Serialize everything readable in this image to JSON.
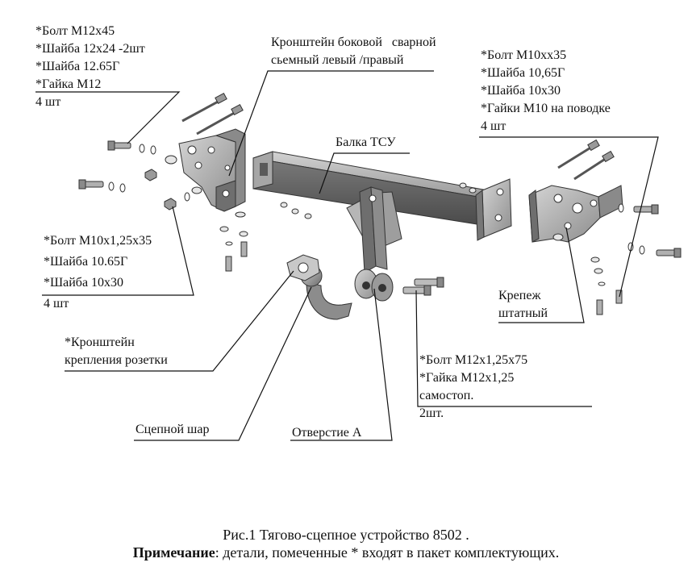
{
  "labels": {
    "bolt_m12x45": [
      "*Болт M12x45",
      "*Шайба 12x24 -2шт",
      "*Шайба 12.65Г",
      "*Гайка M12",
      "4 шт"
    ],
    "side_bracket": [
      "Кронштейн боковой   сварной",
      "сьемный левый /правый"
    ],
    "bolt_m10_right": [
      "*Болт M10xx35",
      "*Шайба 10,65Г",
      "*Шайба 10x30",
      "*Гайки M10 на поводке",
      "4 шт"
    ],
    "beam": "Балка ТСУ",
    "bolt_m10x125": [
      "*Болт M10x1,25x35",
      "*Шайба 10.65Г",
      "*Шайба 10x30",
      "4 шт"
    ],
    "fastener_std": [
      "Крепеж",
      "штатный"
    ],
    "socket_bracket": [
      "*Кронштейн",
      "крепления розетки"
    ],
    "bolt_m12x125": [
      "*Болт M12x1,25x75",
      "*Гайка M12x1,25",
      "самостоп.",
      "2шт."
    ],
    "hitch_ball": "Сцепной шар",
    "hole_a": "Отверстие А"
  },
  "caption": {
    "title": "Рис.1 Тягово-сцепное устройство 8502 .",
    "note_label": "Примечание",
    "note_text": ": детали, помеченные * входят в пакет комплектующих."
  },
  "colors": {
    "steel_light": "#c4c4c4",
    "steel_mid": "#8a8a8a",
    "steel_dark": "#4c4c4c",
    "line": "#111111"
  }
}
